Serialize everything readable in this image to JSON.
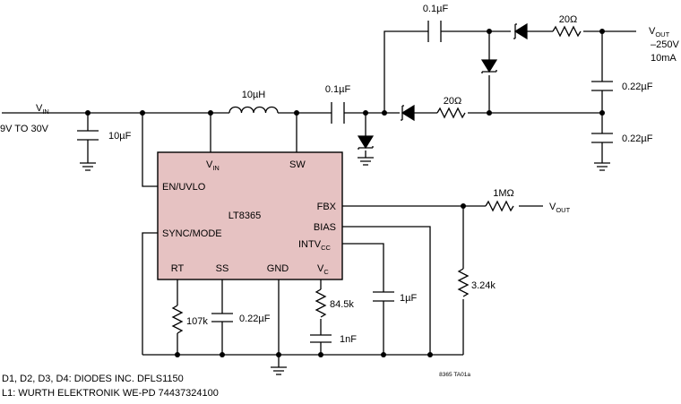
{
  "input": {
    "label": "V",
    "label_sub": "IN",
    "range": "9V TO 30V"
  },
  "components": {
    "c_in": "10µF",
    "l1": "10µH",
    "c_sw": "0.1µF",
    "c_top": "0.1µF",
    "r_top": "20Ω",
    "r_mid": "20Ω",
    "c_out1": "0.22µF",
    "c_out2": "0.22µF",
    "r_fbx": "1MΩ",
    "r_fb_gnd": "3.24k",
    "c_intvcc": "1µF",
    "r_vc": "84.5k",
    "c_vc": "1nF",
    "r_rt": "107k",
    "c_ss": "0.22µF"
  },
  "output": {
    "label": "V",
    "label_sub": "OUT",
    "voltage": "–250V",
    "current": "10mA"
  },
  "fbx_output": {
    "label": "V",
    "label_sub": "OUT"
  },
  "chip": {
    "name": "LT8365",
    "pins": {
      "vin": "V",
      "vin_sub": "IN",
      "sw": "SW",
      "en": "EN/UVLO",
      "sync": "SYNC/MODE",
      "fbx": "FBX",
      "bias": "BIAS",
      "intvcc": "INTV",
      "intvcc_sub": "CC",
      "rt": "RT",
      "ss": "SS",
      "gnd": "GND",
      "vc": "V",
      "vc_sub": "C"
    }
  },
  "notes": {
    "line1": "D1, D2, D3, D4: DIODES INC. DFLS1150",
    "line2": "L1: WURTH ELEKTRONIK WE-PD 74437324100"
  },
  "figure_code": "8365 TA01a"
}
